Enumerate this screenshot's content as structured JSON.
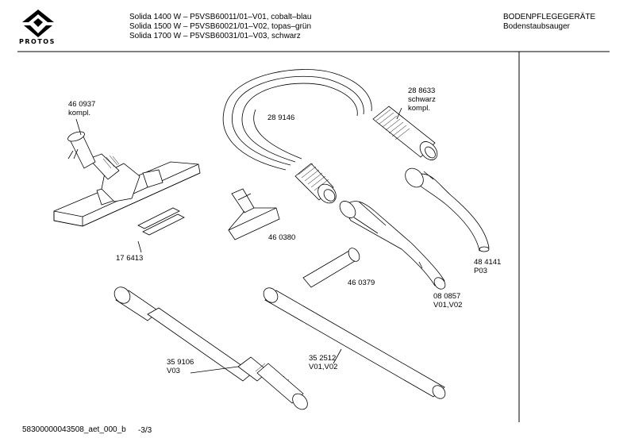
{
  "header": {
    "brand": "PROTOS",
    "models": [
      "Solida 1400 W – P5VSB60011/01–V01, cobalt–blau",
      "Solida 1500 W – P5VSB60021/01–V02, topas–grün",
      "Solida 1700 W – P5VSB60031/01–V03, schwarz"
    ],
    "category": "BODENPFLEGEGERÄTE",
    "subcategory": "Bodenstaubsauger"
  },
  "parts": [
    {
      "id": "460937",
      "lines": [
        "46 0937",
        "kompl."
      ]
    },
    {
      "id": "289146",
      "lines": [
        "28 9146"
      ]
    },
    {
      "id": "288633",
      "lines": [
        "28 8633",
        "schwarz",
        "kompl."
      ]
    },
    {
      "id": "176413",
      "lines": [
        "17 6413"
      ]
    },
    {
      "id": "460380",
      "lines": [
        "46 0380"
      ]
    },
    {
      "id": "484141",
      "lines": [
        "48 4141",
        "P03"
      ]
    },
    {
      "id": "460379",
      "lines": [
        "46 0379"
      ]
    },
    {
      "id": "080857",
      "lines": [
        "08 0857",
        "V01,V02"
      ]
    },
    {
      "id": "359106",
      "lines": [
        "35 9106",
        "V03"
      ]
    },
    {
      "id": "352512",
      "lines": [
        "35 2512",
        "V01,V02"
      ]
    }
  ],
  "footer": {
    "doc_id": "58300000043508_aet_000_b",
    "page": "-3/3"
  }
}
